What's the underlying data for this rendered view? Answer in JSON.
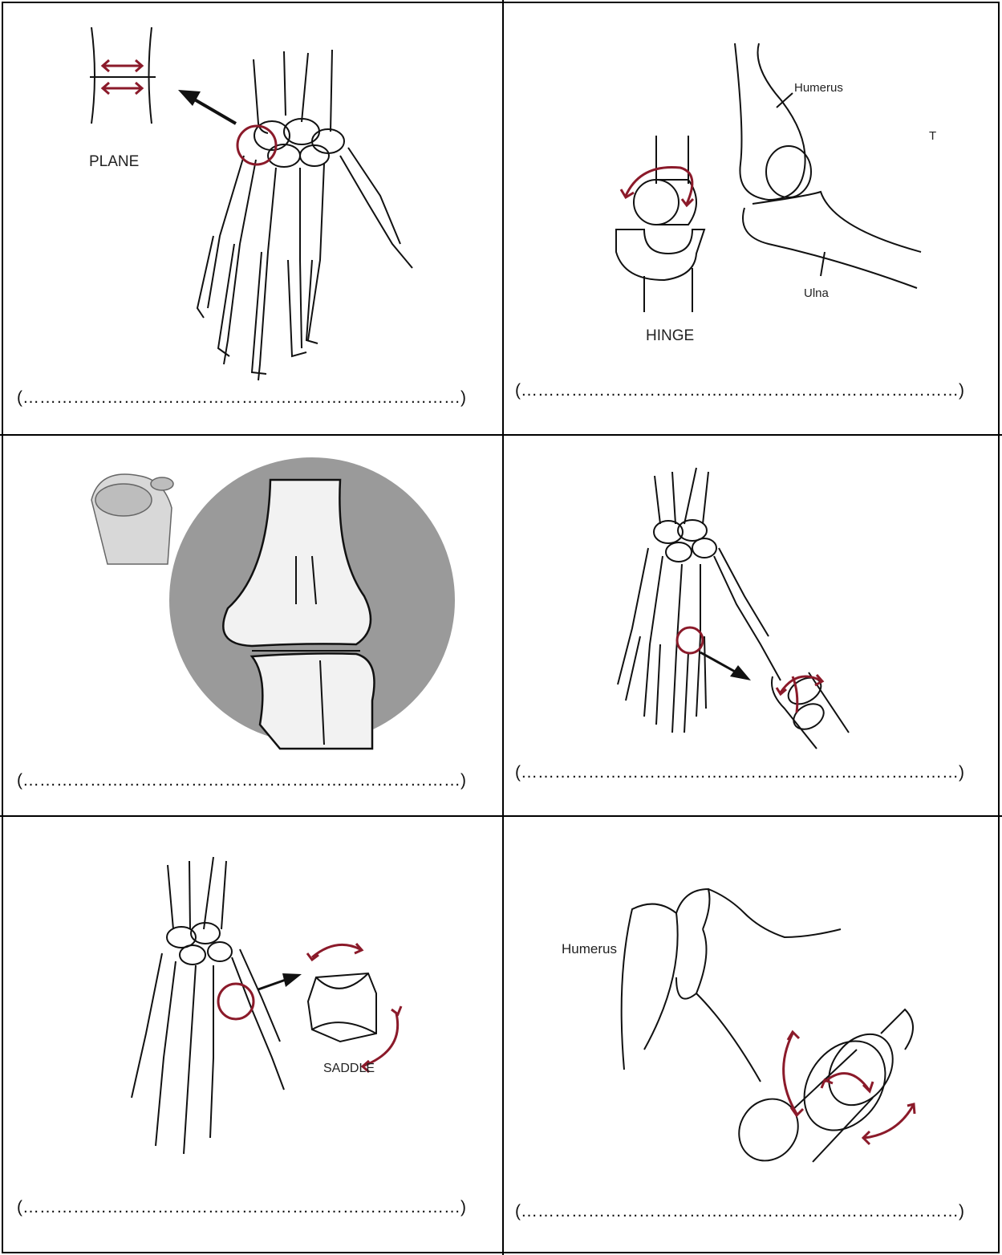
{
  "cells": [
    {
      "id": "plane",
      "labels": {
        "type": "PLANE"
      },
      "answer_blank": "(……………………………………………………………………)"
    },
    {
      "id": "hinge",
      "labels": {
        "type": "HINGE",
        "upper_bone": "Humerus",
        "lower_bone": "Ulna",
        "mark": "T"
      },
      "answer_blank": "(……………………………………………………………………)"
    },
    {
      "id": "condyloid",
      "labels": {},
      "answer_blank": "(……………………………………………………………………)"
    },
    {
      "id": "ellipsoid",
      "labels": {},
      "answer_blank": "(……………………………………………………………………)"
    },
    {
      "id": "saddle",
      "labels": {
        "type": "SADDLE"
      },
      "answer_blank": "(……………………………………………………………………)"
    },
    {
      "id": "ball-socket",
      "labels": {
        "bone": "Humerus"
      },
      "answer_blank": "(……………………………………………………………………)"
    }
  ],
  "colors": {
    "accent_arrow": "#8b1a2a",
    "line": "#111111",
    "grey_disc": "#9a9a9a"
  }
}
